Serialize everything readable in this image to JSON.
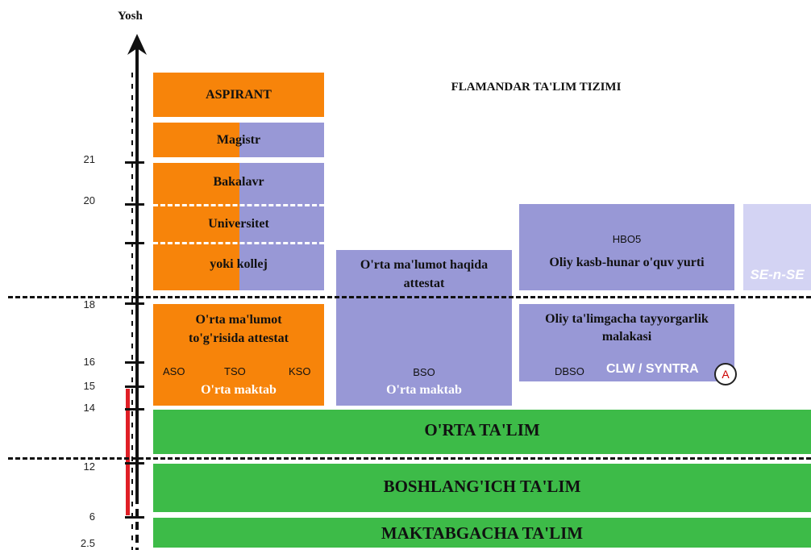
{
  "axis": {
    "label": "Yosh",
    "ticks": [
      "21",
      "20",
      "18",
      "16",
      "15",
      "14",
      "12",
      "6",
      "2.5"
    ]
  },
  "title": "FLAMANDAR TA'LIM TIZIMI",
  "university": {
    "aspirant": "ASPIRANT",
    "magistr": "Magistr",
    "bakalavr": "Bakalavr",
    "universitet": "Universitet",
    "kollej": "yoki kollej"
  },
  "secondary_left": {
    "title": "O'rta ma'lumot to'g'risida attestat",
    "aso": "ASO",
    "tso": "TSO",
    "kso": "KSO",
    "school": "O'rta maktab"
  },
  "bso_block": {
    "title": "O'rta ma'lumot haqida attestat",
    "bso": "BSO",
    "school": "O'rta maktab"
  },
  "hbo": {
    "code": "HBO5",
    "title": "Oliy kasb-hunar o'quv yurti"
  },
  "sense": {
    "label": "SE-n-SE"
  },
  "dbso_block": {
    "title": "Oliy ta'limgacha tayyorgarlik malakasi",
    "dbso": "DBSO",
    "clw": "CLW / SYNTRA",
    "badge": "A"
  },
  "levels": {
    "orta": "O'RTA TA'LIM",
    "boshlang": "BOSHLANG'ICH TA'LIM",
    "maktabgacha": "MAKTABGACHA TA'LIM"
  },
  "colors": {
    "orange": "#f7840a",
    "purple": "#9898d6",
    "lavender": "#d3d3f3",
    "green": "#3dbb48",
    "compulsory": "#e01f26"
  }
}
